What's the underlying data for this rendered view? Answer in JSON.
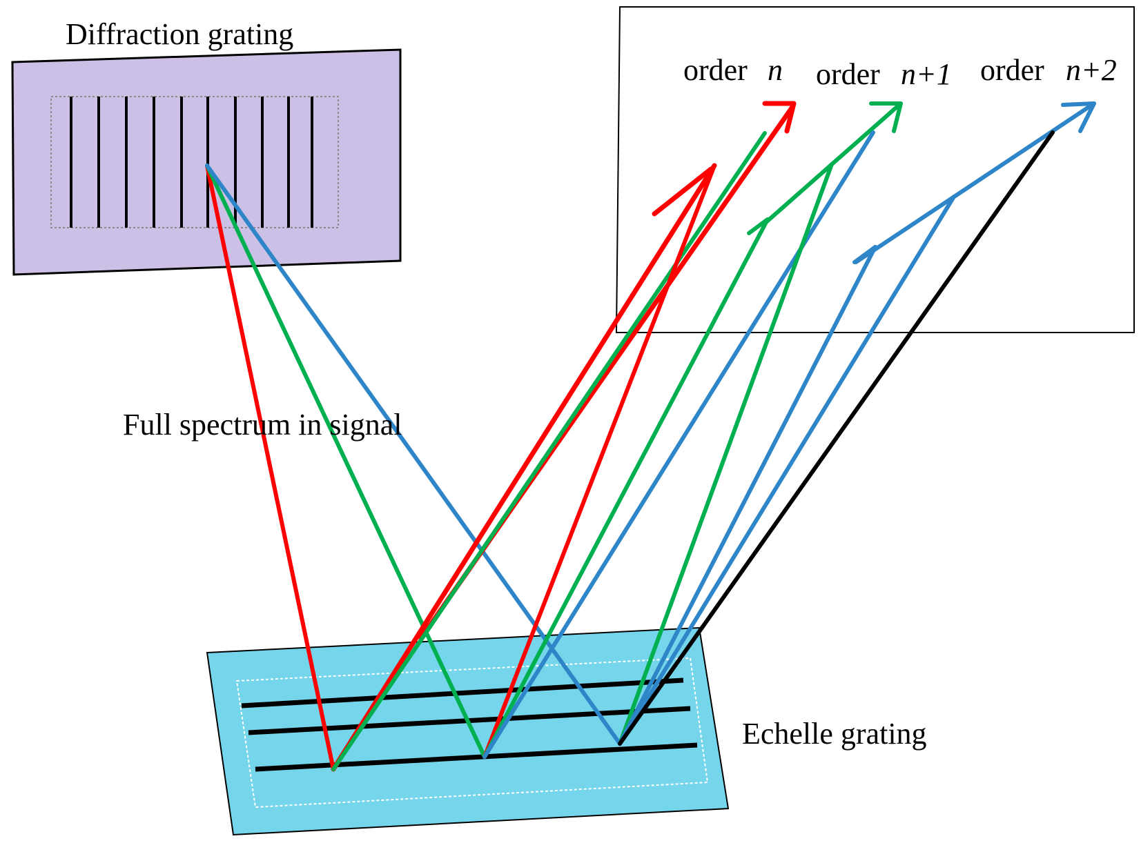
{
  "labels": {
    "diffraction_grating": "Diffraction grating",
    "full_spectrum": "Full spectrum in signal",
    "echelle_grating": "Echelle grating",
    "order_word": "order",
    "order_n": "n",
    "order_n1": "n+1",
    "order_n2": "n+2"
  },
  "colors": {
    "red": "#ff0000",
    "green": "#00b050",
    "blue": "#2e86c8",
    "black": "#000000",
    "diffraction_fill": "#cdc0e6",
    "echelle_fill": "#75d5ea"
  }
}
